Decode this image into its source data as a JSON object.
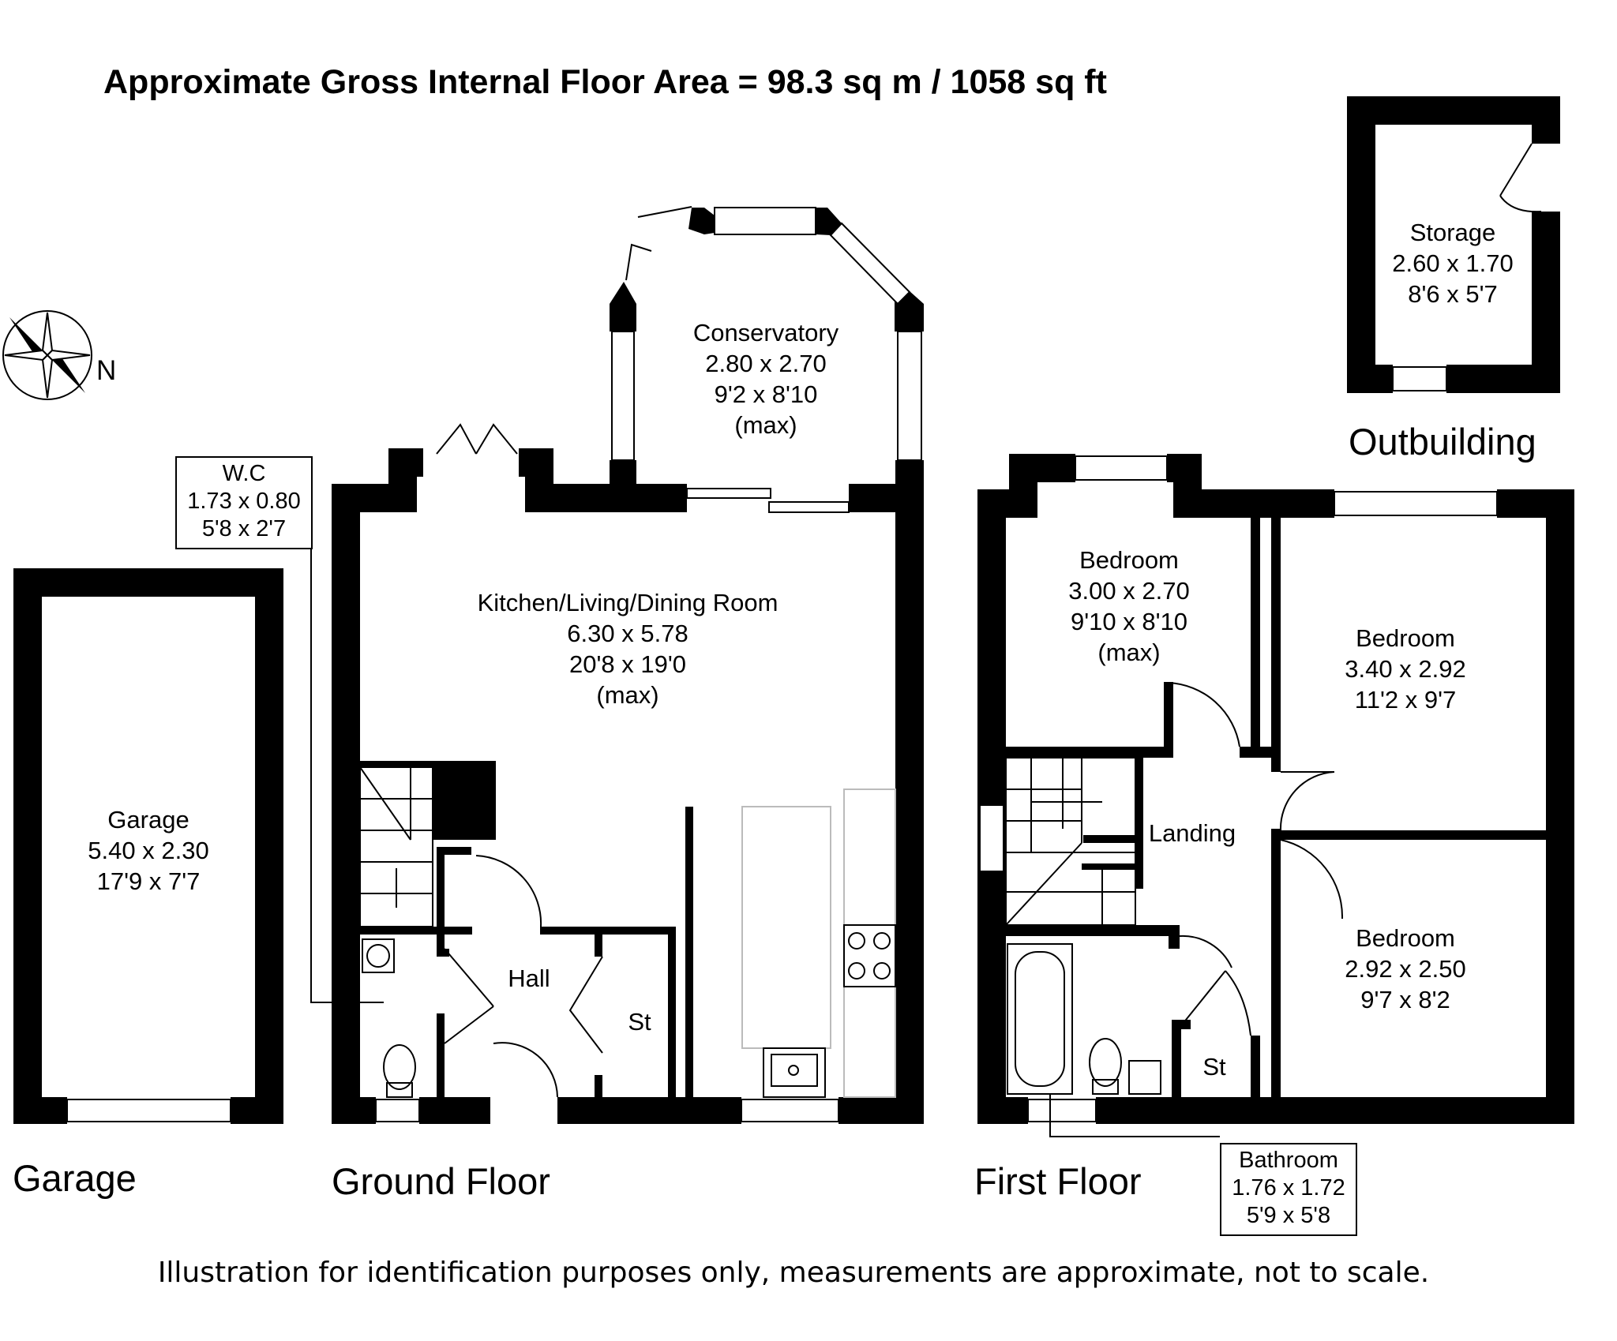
{
  "header": {
    "title": "Approximate Gross Internal Floor Area  = 98.3 sq m  / 1058 sq ft"
  },
  "compass": {
    "label": "N"
  },
  "sections": {
    "garage": "Garage",
    "ground_floor": "Ground Floor",
    "first_floor": "First Floor",
    "outbuilding": "Outbuilding"
  },
  "rooms": {
    "storage": {
      "name": "Storage",
      "metric": "2.60 x 1.70",
      "imperial": "8'6 x 5'7"
    },
    "conservatory": {
      "name": "Conservatory",
      "metric": "2.80 x 2.70",
      "imperial": "9'2 x 8'10",
      "note": "(max)"
    },
    "kitchen": {
      "name": "Kitchen/Living/Dining Room",
      "metric": "6.30 x 5.78",
      "imperial": "20'8 x 19'0",
      "note": "(max)"
    },
    "wc": {
      "name": "W.C",
      "metric": "1.73 x 0.80",
      "imperial": "5'8 x 2'7"
    },
    "garage": {
      "name": "Garage",
      "metric": "5.40 x 2.30",
      "imperial": "17'9 x 7'7"
    },
    "hall": {
      "name": "Hall"
    },
    "st_ground": {
      "name": "St"
    },
    "bedroom1": {
      "name": "Bedroom",
      "metric": "3.00 x 2.70",
      "imperial": "9'10 x 8'10",
      "note": "(max)"
    },
    "bedroom2": {
      "name": "Bedroom",
      "metric": "3.40 x 2.92",
      "imperial": "11'2 x 9'7"
    },
    "bedroom3": {
      "name": "Bedroom",
      "metric": "2.92 x 2.50",
      "imperial": "9'7 x 8'2"
    },
    "landing": {
      "name": "Landing"
    },
    "st_first": {
      "name": "St"
    },
    "bathroom": {
      "name": "Bathroom",
      "metric": "1.76 x 1.72",
      "imperial": "5'9 x 5'8"
    }
  },
  "footer": {
    "disclaimer": "Illustration for identification purposes only, measurements are approximate, not to scale."
  }
}
